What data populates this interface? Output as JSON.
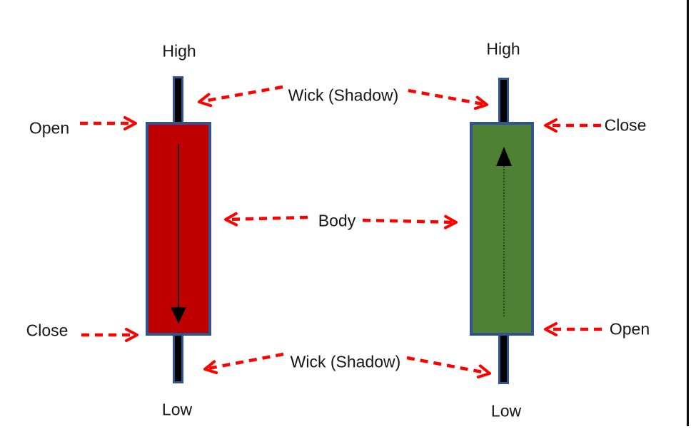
{
  "diagram": {
    "labels": {
      "high_left": "High",
      "high_right": "High",
      "low_left": "Low",
      "low_right": "Low",
      "open_left": "Open",
      "close_left": "Close",
      "close_right": "Close",
      "open_right": "Open",
      "wick_top": "Wick (Shadow)",
      "wick_bottom": "Wick (Shadow)",
      "body": "Body"
    },
    "candles": [
      {
        "type": "bearish",
        "fill": "red",
        "direction": "down"
      },
      {
        "type": "bullish",
        "fill": "green",
        "direction": "up"
      }
    ],
    "colors": {
      "bearish_fill": "#C00000",
      "bullish_fill": "#4F8134",
      "candle_border": "#2F5491",
      "wick_fill": "#000000",
      "arrow_red": "#FF0000",
      "text": "#161616",
      "frame_line": "#0D0D0D"
    }
  }
}
